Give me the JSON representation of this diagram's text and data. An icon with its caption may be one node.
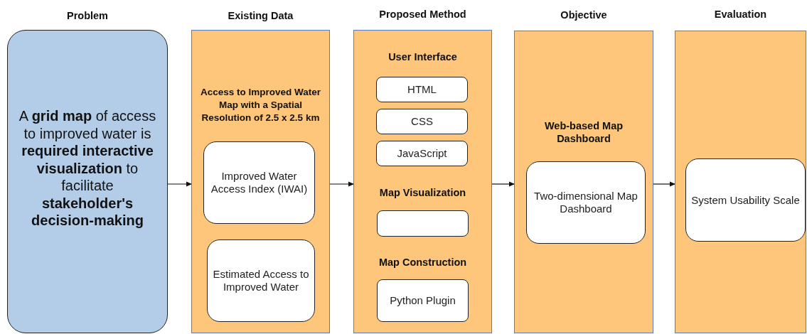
{
  "diagram": {
    "nodes": [
      {
        "text": [
          "Problem",
          "A **grid map** of access to improved water is **required interactive visualization** to facilitate **stakeholder's decision-making**"
        ]
      },
      {
        "text": [
          "Existing Data",
          "Access to Improved Water Map with a Spatial Resolution of 2.5 x 2.5 km"
        ]
      },
      {
        "text": [
          "Improved Water Access Index (IWAI)"
        ],
        "in": 1
      },
      {
        "text": [
          "Estimated Access to Improved Water"
        ],
        "in": 1
      },
      {
        "text": [
          "Proposed Method",
          "User Interface",
          "Map Visualization",
          "Map Construction"
        ]
      },
      {
        "text": [
          "HTML"
        ],
        "in": 4
      },
      {
        "text": [
          "CSS"
        ],
        "in": 4
      },
      {
        "text": [
          "JavaScript"
        ],
        "in": 4
      },
      {
        "text": [],
        "shape": "box",
        "in": 4
      },
      {
        "text": [
          "Python Plugin"
        ],
        "in": 4
      },
      {
        "text": [
          "Objective",
          "Web-based Map Dashboard"
        ]
      },
      {
        "text": [
          "Two-dimensional Map Dashboard"
        ],
        "in": 10
      },
      {
        "text": [
          "Evaluation"
        ]
      },
      {
        "text": [
          "System Usability Scale"
        ],
        "in": 12
      }
    ],
    "edges": [
      {
        "from": 0,
        "to": 1,
        "arrow": "to"
      },
      {
        "from": 1,
        "to": 4,
        "arrow": "to"
      },
      {
        "from": 4,
        "to": 10,
        "arrow": "to"
      },
      {
        "from": 10,
        "to": 12,
        "arrow": "to"
      }
    ]
  }
}
